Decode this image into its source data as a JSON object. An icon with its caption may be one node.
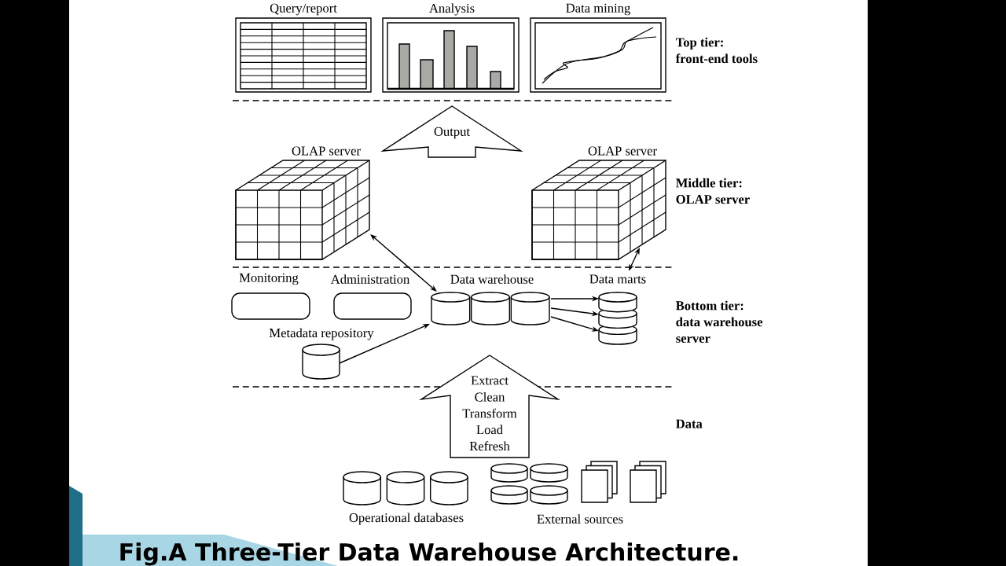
{
  "diagram": {
    "caption": "Fig.A Three-Tier Data Warehouse Architecture.",
    "nodes": [
      {
        "text": [
          "Query/report"
        ]
      },
      {
        "text": [
          "Analysis"
        ]
      },
      {
        "text": [
          "Data mining"
        ]
      },
      {
        "text": [
          "Output"
        ]
      },
      {
        "text": [
          "OLAP server"
        ]
      },
      {
        "text": [
          "OLAP server"
        ]
      },
      {
        "text": [
          "Monitoring"
        ]
      },
      {
        "text": [
          "Administration"
        ]
      },
      {
        "text": [
          "Data warehouse"
        ]
      },
      {
        "text": [
          "Data marts"
        ]
      },
      {
        "text": [
          "Metadata repository"
        ]
      },
      {
        "text": [
          "Extract",
          "Clean",
          "Transform",
          "Load",
          "Refresh"
        ]
      },
      {
        "text": [
          "Operational databases"
        ]
      },
      {
        "text": [
          "External sources"
        ]
      }
    ],
    "edges": [
      {
        "from": 10,
        "to": 8,
        "arrow": "to"
      },
      {
        "from": 8,
        "to": 9,
        "arrow": "to"
      },
      {
        "from": 8,
        "to": 9,
        "arrow": "to"
      },
      {
        "from": 8,
        "to": 9,
        "arrow": "to"
      },
      {
        "from": 4,
        "to": 8,
        "arrow": "both"
      },
      {
        "from": 5,
        "to": 9,
        "arrow": "both"
      }
    ],
    "labels": [
      "Top tier: front-end tools",
      "Middle tier: OLAP server",
      "Bottom tier: data warehouse server",
      "Data"
    ]
  }
}
